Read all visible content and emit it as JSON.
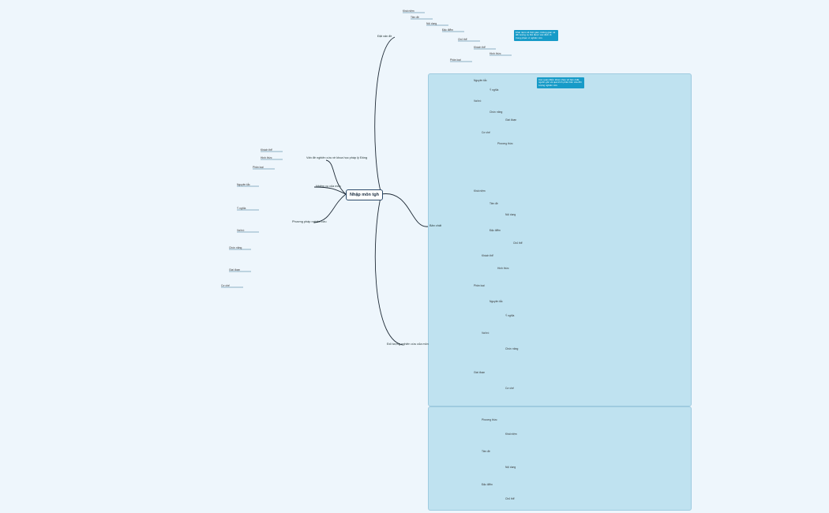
{
  "root": {
    "label": "Nhập môn tgh"
  },
  "branches": {
    "dat_van_de": "Đặt vấn đề",
    "doi_tuong": "Đối tượng nghiên cứu của môn",
    "ve_su_dung": "Vấn đề nghiên cứu về khoa học pháp lý Đông",
    "nhiem_vu": "Nhiệm vụ của môn",
    "phuong_phap": "Phương pháp nghiên cứu",
    "ban_chat": "Bản chất"
  },
  "labels": {
    "a": "Khái niệm",
    "b": "Tiền đề",
    "c": "Nội dung",
    "d": "Đặc điểm",
    "e": "Chủ thể",
    "f": "Khách thể",
    "g": "Hình thức",
    "h": "Phân loại",
    "i": "Nguyên tắc",
    "j": "Ý nghĩa",
    "k": "Vai trò",
    "l": "Chức năng",
    "m": "Giai đoạn",
    "n": "Cơ chế",
    "o": "Phương thức"
  },
  "notes": {
    "n1": "Khái niệm về thời gian, không gian và đối tượng cụ thể được xác định rõ trong phạm vi nghiên cứu",
    "n2": "Các quan điểm khác nhau về bản chất, nguồn gốc và quá trình phát triển của đối tượng nghiên cứu"
  }
}
